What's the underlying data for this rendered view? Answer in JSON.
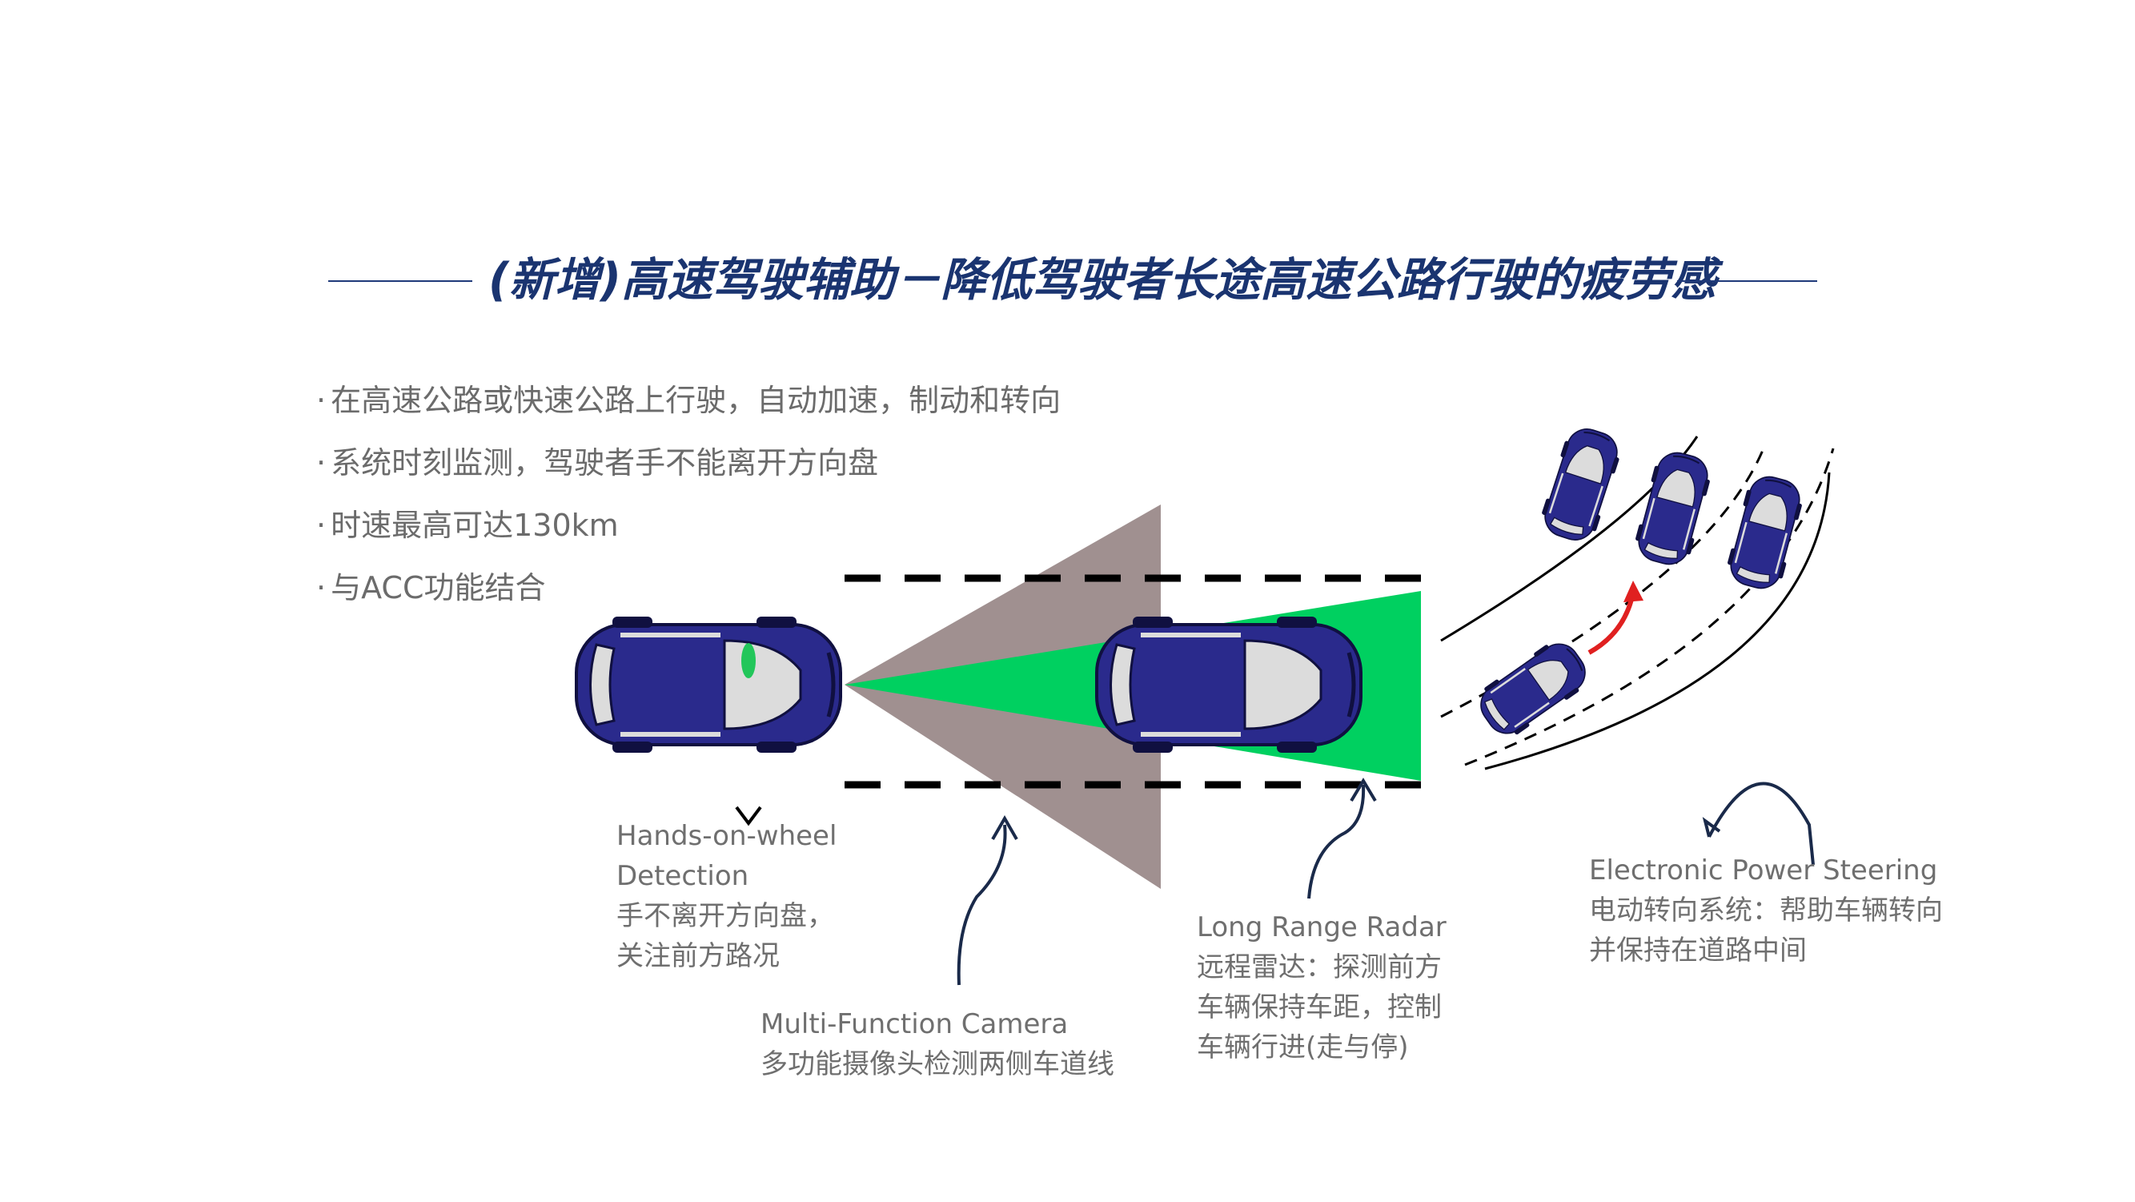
{
  "title": "(新增)高速驾驶辅助－降低驾驶者长途高速公路行驶的疲劳感",
  "bullets": [
    "在高速公路或快速公路上行驶，自动加速，制动和转向",
    "系统时刻监测，驾驶者手不能离开方向盘",
    "时速最高可达130km",
    "与ACC功能结合"
  ],
  "annotations": {
    "hands_on_wheel": {
      "line1": "Hands-on-wheel",
      "line2": "Detection",
      "line3": "手不离开方向盘，",
      "line4": "关注前方路况"
    },
    "camera": {
      "line1": "Multi-Function Camera",
      "line2": "多功能摄像头检测两侧车道线"
    },
    "radar": {
      "line1": "Long Range Radar",
      "line2": "远程雷达：探测前方",
      "line3": "车辆保持车距，控制",
      "line4": "车辆行进(走与停)"
    },
    "steering": {
      "line1": "Electronic Power Steering",
      "line2": "电动转向系统：帮助车辆转向",
      "line3": "并保持在道路中间"
    }
  },
  "colors": {
    "title": "#1a3470",
    "car_body": "#2a2a8c",
    "radar_beam": "#00d060",
    "camera_cone": "#a09090",
    "lane_change_arrow": "#e02020",
    "callout_line": "#1a2a4a"
  },
  "icons": [
    "car-icon",
    "hands-on-wheel-icon",
    "camera-cone",
    "radar-beam",
    "lane-change-arrow"
  ]
}
